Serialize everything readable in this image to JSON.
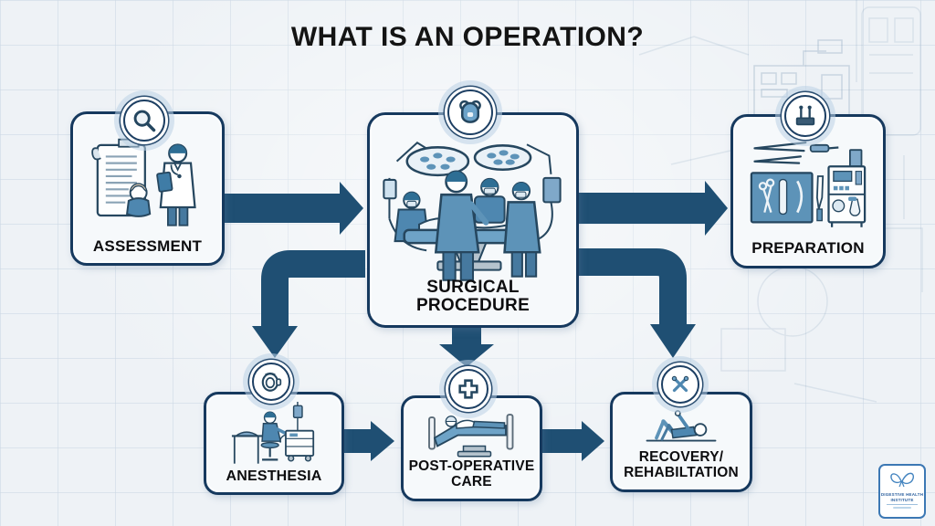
{
  "title": "WHAT IS AN OPERATION?",
  "stages": {
    "assessment": {
      "label": "ASSESSMENT",
      "icon": "magnifier-icon",
      "illustration": "doctor-with-patient-and-document"
    },
    "surgical": {
      "label": "SURGICAL PROCEDURE",
      "icon": "surgical-mask-icon",
      "illustration": "operating-room-scene"
    },
    "preparation": {
      "label": "PREPARATION",
      "icon": "instrument-case-icon",
      "illustration": "surgical-instruments-and-cabinet"
    },
    "anesthesia": {
      "label": "ANESTHESIA",
      "icon": "anesthesia-mask-icon",
      "illustration": "anesthesiologist-at-machine"
    },
    "postop": {
      "label_line1": "POST-OPERATIVE",
      "label_line2": "CARE",
      "icon": "medical-cross-icon",
      "illustration": "patient-in-hospital-bed"
    },
    "recovery": {
      "label_line1": "RECOVERY/",
      "label_line2": "REHABILTATION",
      "icon": "crossed-crutches-icon",
      "illustration": "person-exercising"
    }
  },
  "flow": [
    "assessment -> surgical",
    "surgical -> preparation",
    "surgical -> anesthesia",
    "surgical -> postop",
    "surgical -> recovery",
    "anesthesia -> postop",
    "postop -> recovery"
  ],
  "logo": {
    "line1": "DIGESTIVE HEALTH",
    "line2": "INSTITUTE"
  },
  "colors": {
    "background": "#eef2f6",
    "box_border": "#16395e",
    "arrow": "#1f4f73",
    "label_text": "#0d0d0f",
    "illustration_blue": "#5d93b8"
  }
}
